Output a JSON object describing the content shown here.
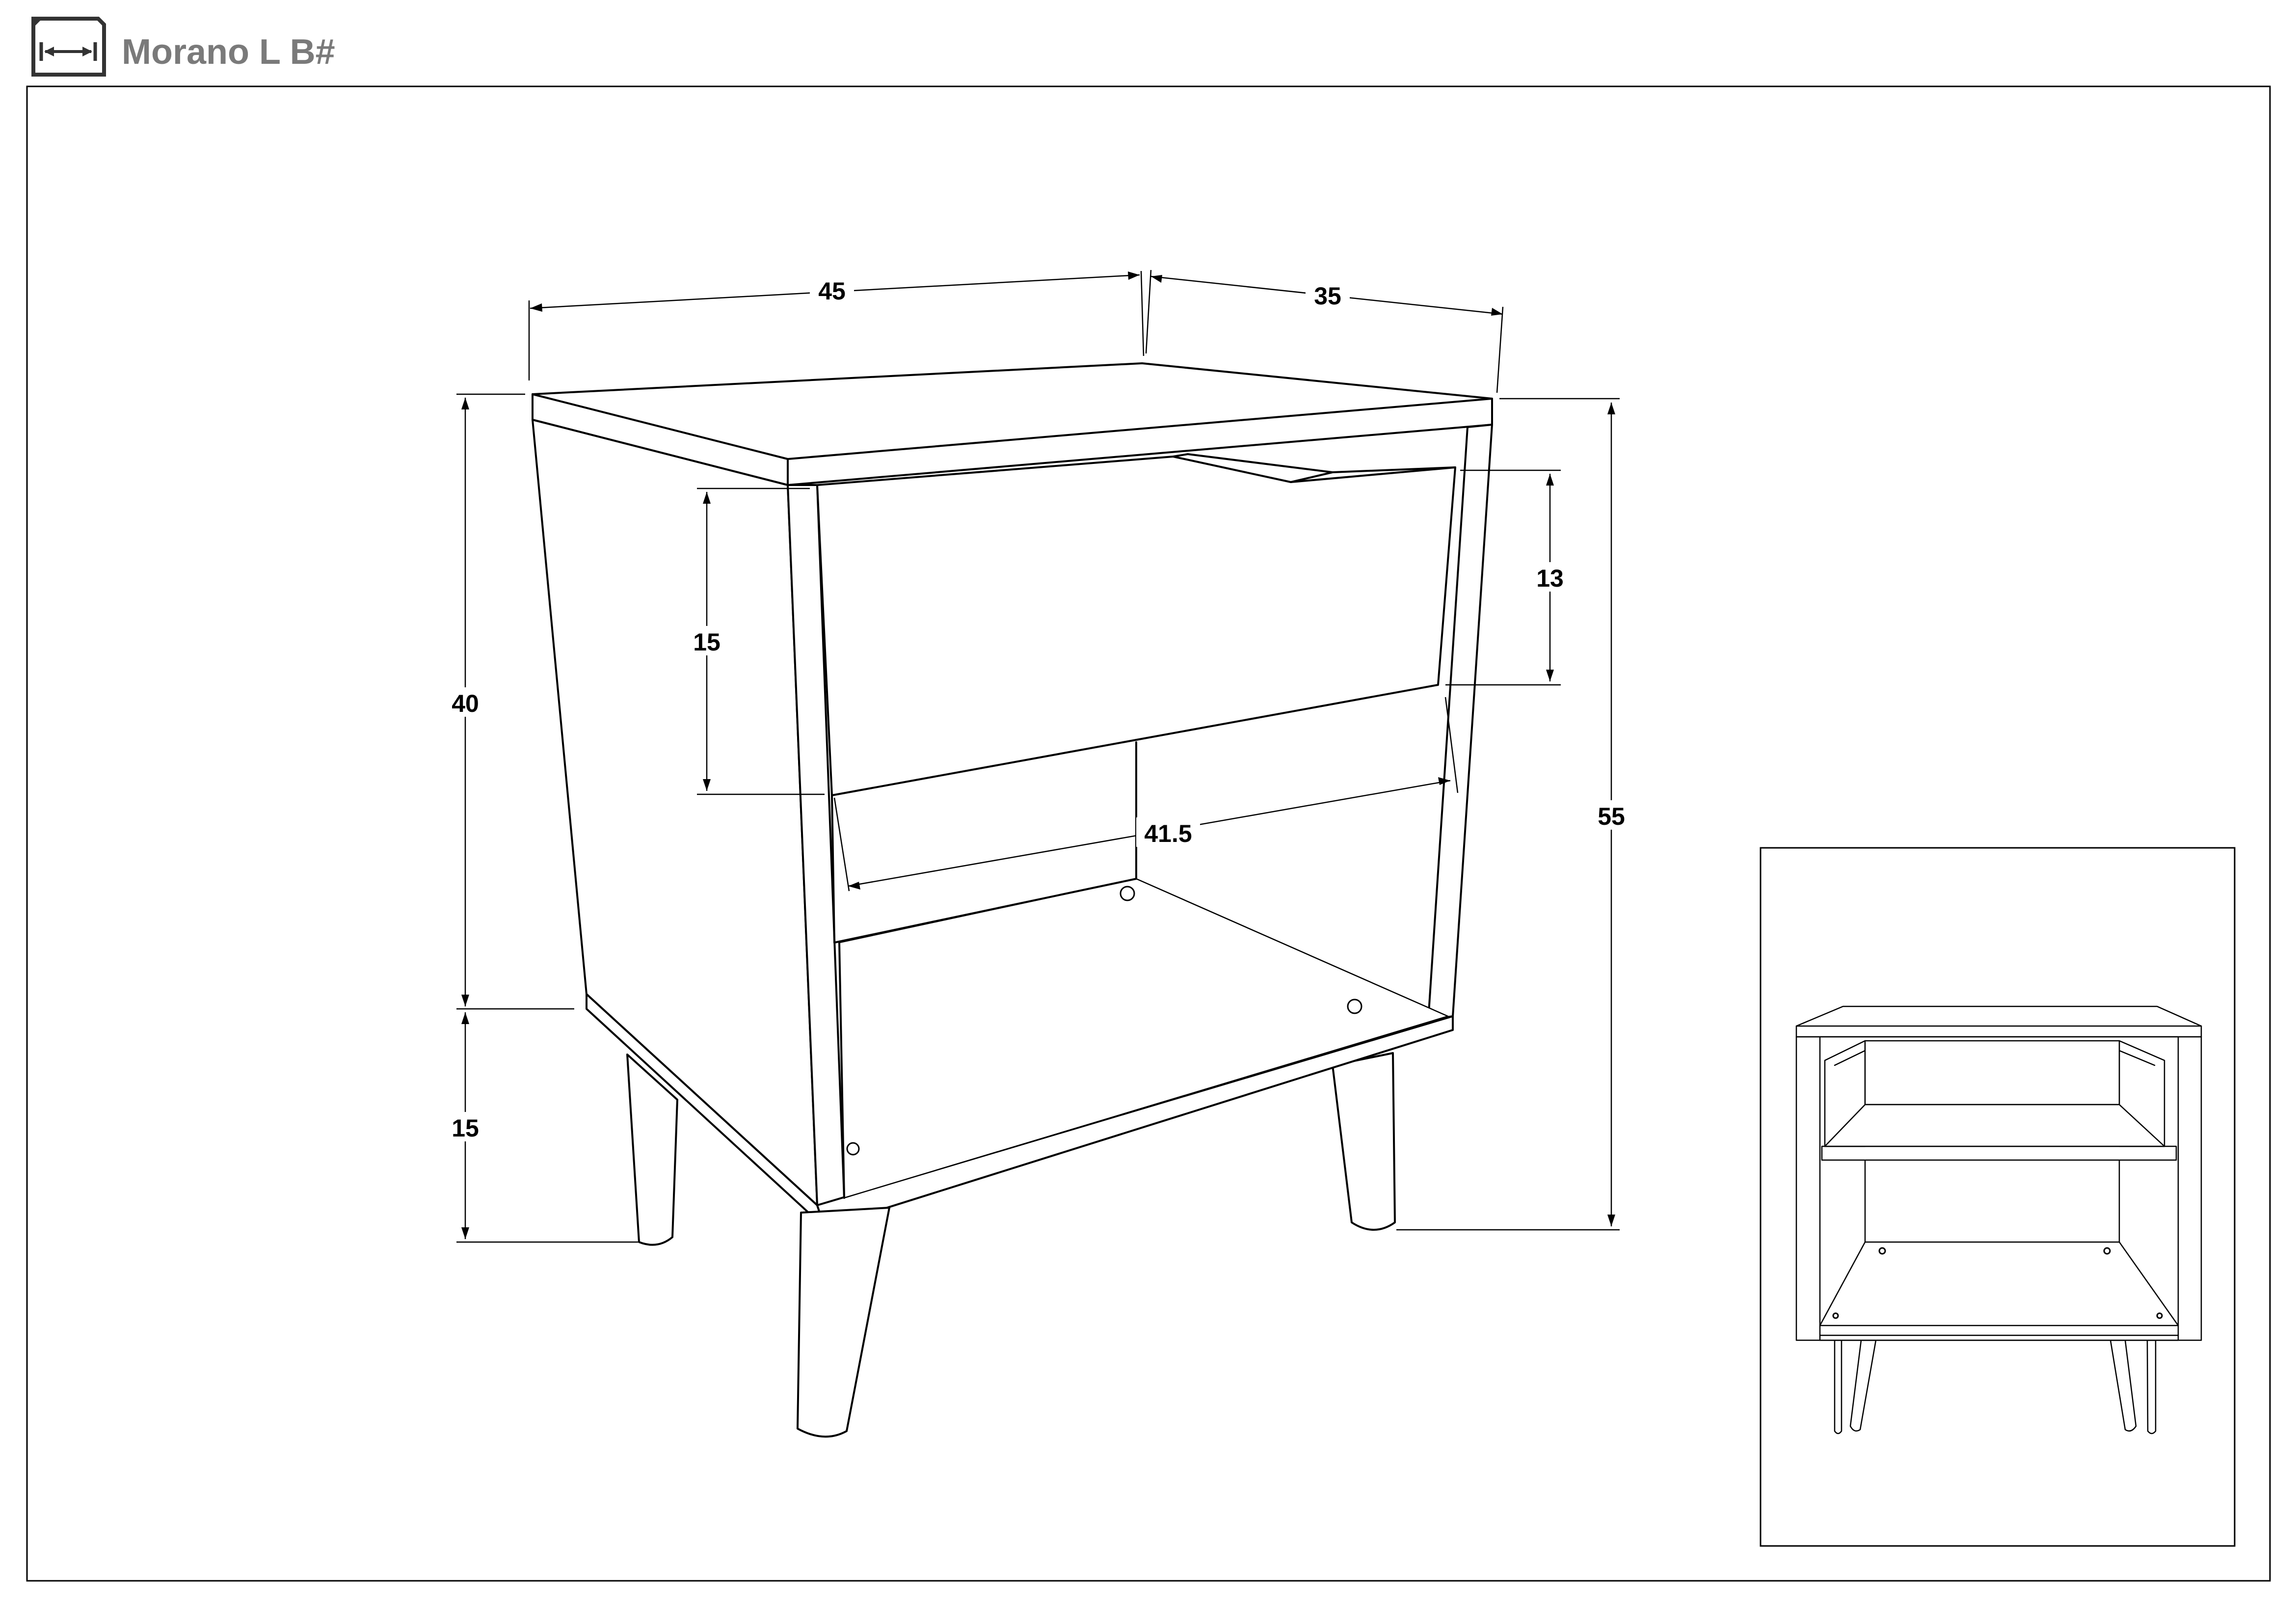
{
  "header": {
    "title": "Morano L B#",
    "icon": "dimension-ruler-icon"
  },
  "dimensions": {
    "width": "45",
    "depth": "35",
    "body_height": "40",
    "leg_height": "15",
    "total_height": "55",
    "drawer_front_height": "15",
    "drawer_height": "13",
    "inner_width": "41.5"
  },
  "colors": {
    "line": "#000000",
    "title_text": "#7a7a7a",
    "background": "#ffffff"
  }
}
